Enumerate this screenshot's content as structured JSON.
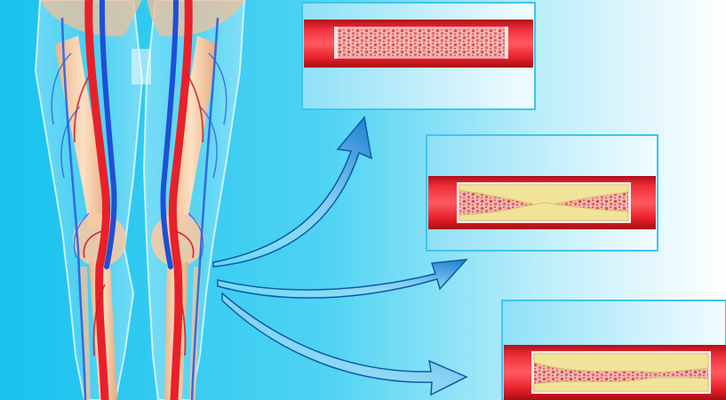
{
  "illustration": {
    "subject": "legs-with-arteries",
    "panels": [
      {
        "stage": "healthy-artery"
      },
      {
        "stage": "partial-plaque"
      },
      {
        "stage": "severe-plaque"
      }
    ],
    "arrows": 3
  },
  "colors": {
    "background_left": "#1cc4ef",
    "background_right": "#ffffff",
    "artery_red": "#e8202a",
    "plaque_yellow": "#f2e39a",
    "blood_texture": "#e9a0a0",
    "panel_border": "#3cc6ef",
    "arrow_blue": "#2a8fd6"
  }
}
